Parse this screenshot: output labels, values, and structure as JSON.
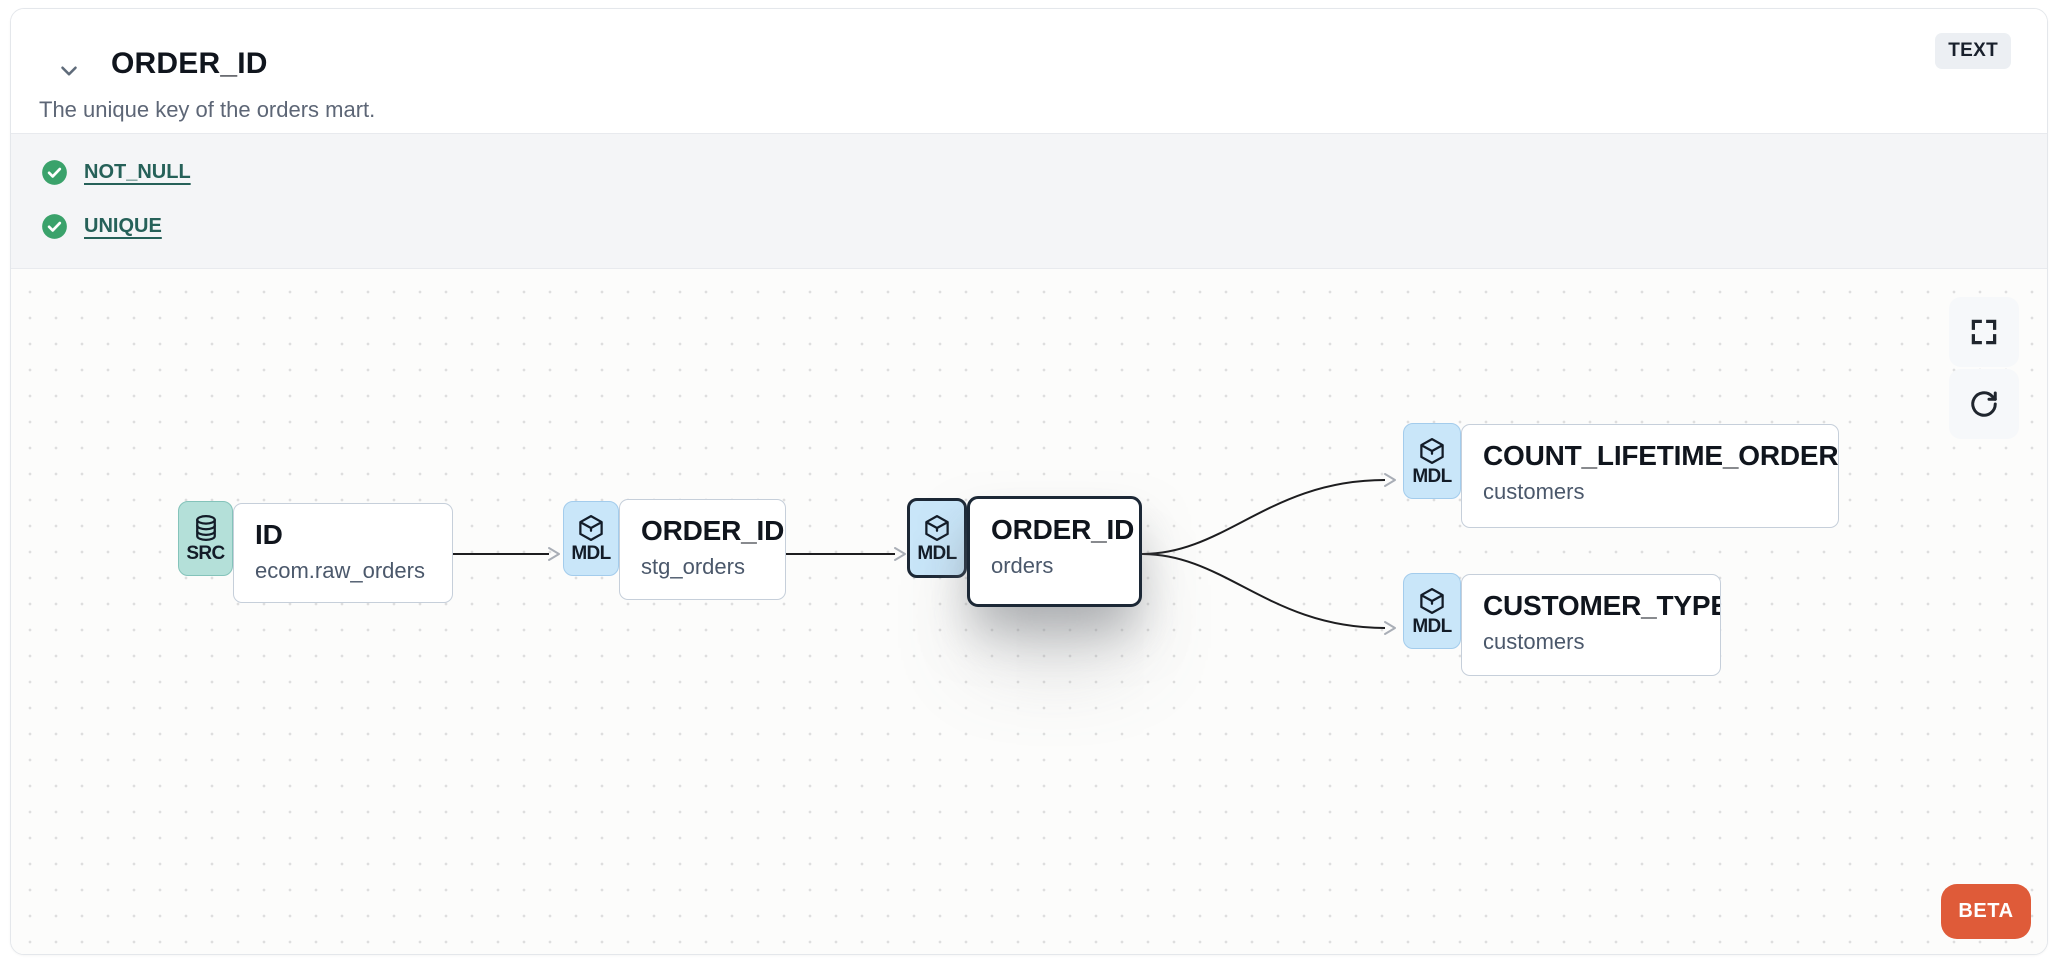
{
  "header": {
    "title": "ORDER_ID",
    "type_badge": "TEXT",
    "description": "The unique key of the orders mart."
  },
  "tests": [
    {
      "label": "NOT_NULL",
      "status": "pass"
    },
    {
      "label": "UNIQUE",
      "status": "pass"
    }
  ],
  "lineage": {
    "nodes": [
      {
        "kind": "SRC",
        "icon": "database-icon",
        "title": "ID",
        "subtitle": "ecom.raw_orders",
        "selected": false
      },
      {
        "kind": "MDL",
        "icon": "cube-icon",
        "title": "ORDER_ID",
        "subtitle": "stg_orders",
        "selected": false
      },
      {
        "kind": "MDL",
        "icon": "cube-icon",
        "title": "ORDER_ID",
        "subtitle": "orders",
        "selected": true
      },
      {
        "kind": "MDL",
        "icon": "cube-icon",
        "title": "COUNT_LIFETIME_ORDERS",
        "subtitle": "customers",
        "selected": false
      },
      {
        "kind": "MDL",
        "icon": "cube-icon",
        "title": "CUSTOMER_TYPE",
        "subtitle": "customers",
        "selected": false
      }
    ]
  },
  "canvas": {
    "controls": [
      {
        "icon": "fullscreen-icon"
      },
      {
        "icon": "refresh-icon"
      }
    ],
    "beta_label": "BETA"
  },
  "colors": {
    "accent-beta": "#DF5B39",
    "test-pass-green": "#3AA26B",
    "test-link": "#266159",
    "badge-src-bg": "#B4E0D9",
    "badge-mdl-bg": "#C9E6F9",
    "node-border": "#C6CFDA",
    "selected-border": "#1C2836",
    "canvas-dot": "#DEDEDE",
    "edge-line": "#1D1D1F",
    "edge-arrow": "#A9AEB6"
  }
}
